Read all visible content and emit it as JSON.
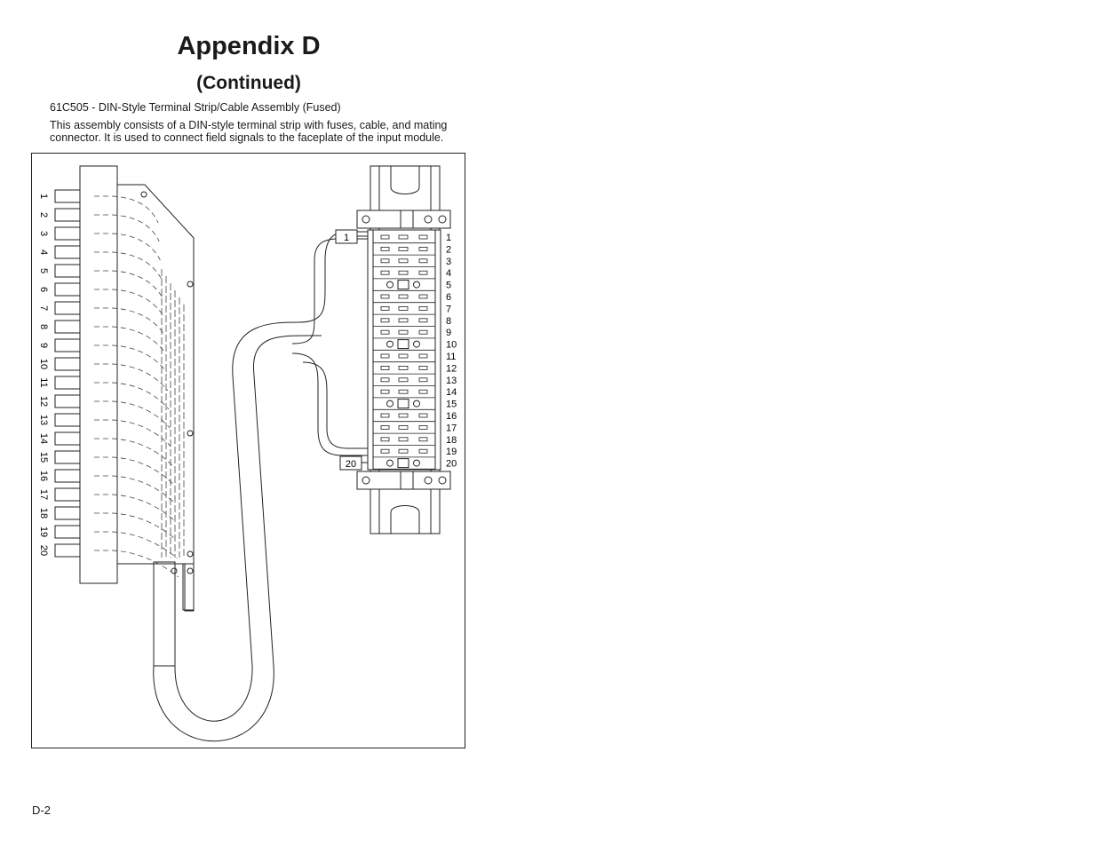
{
  "title": "Appendix D",
  "subtitle": "(Continued)",
  "caption": "61C505 - DIN-Style Terminal Strip/Cable Assembly (Fused)",
  "description": "This assembly consists of a DIN-style terminal strip with fuses, cable, and mating connector. It is used to connect field signals to the faceplate of the input module.",
  "diagram": {
    "connector_pins": [
      "1",
      "2",
      "3",
      "4",
      "5",
      "6",
      "7",
      "8",
      "9",
      "10",
      "11",
      "12",
      "13",
      "14",
      "15",
      "16",
      "17",
      "18",
      "19",
      "20"
    ],
    "terminal_numbers": [
      "1",
      "2",
      "3",
      "4",
      "5",
      "6",
      "7",
      "8",
      "9",
      "10",
      "11",
      "12",
      "13",
      "14",
      "15",
      "16",
      "17",
      "18",
      "19",
      "20"
    ],
    "cable_label_top": "1",
    "cable_label_bottom": "20"
  },
  "footer": "D-2"
}
